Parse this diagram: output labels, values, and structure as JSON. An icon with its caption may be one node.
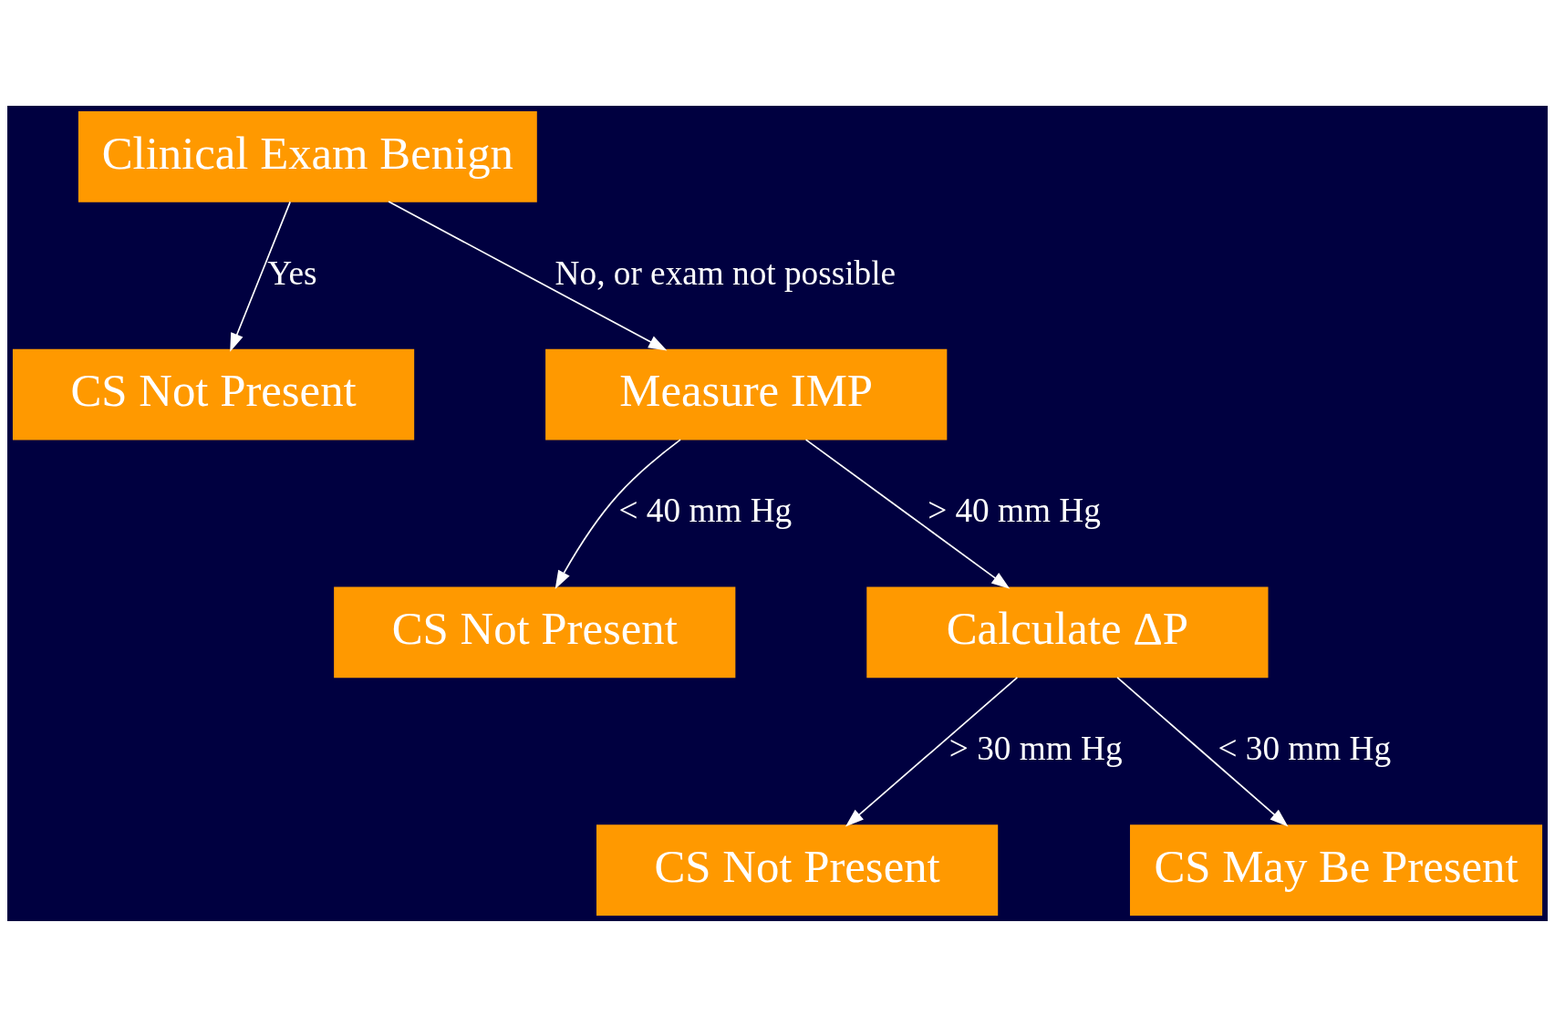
{
  "diagram": {
    "nodes": [
      {
        "text": [
          "Clinical Exam Benign"
        ]
      },
      {
        "text": [
          "CS Not Present"
        ]
      },
      {
        "text": [
          "Measure IMP"
        ]
      },
      {
        "text": [
          "CS Not Present"
        ]
      },
      {
        "text": [
          "Calculate ΔP"
        ]
      },
      {
        "text": [
          "CS Not Present"
        ]
      },
      {
        "text": [
          "CS May Be Present"
        ]
      }
    ],
    "edges": [
      {
        "from": 0,
        "to": 1,
        "arrow": "to",
        "label": "Yes"
      },
      {
        "from": 0,
        "to": 2,
        "arrow": "to",
        "label": "No, or exam not possible"
      },
      {
        "from": 2,
        "to": 3,
        "arrow": "to",
        "label": "< 40 mm Hg"
      },
      {
        "from": 2,
        "to": 4,
        "arrow": "to",
        "label": "> 40 mm Hg"
      },
      {
        "from": 4,
        "to": 5,
        "arrow": "to",
        "label": "> 30 mm Hg"
      },
      {
        "from": 4,
        "to": 6,
        "arrow": "to",
        "label": "< 30 mm Hg"
      }
    ]
  }
}
